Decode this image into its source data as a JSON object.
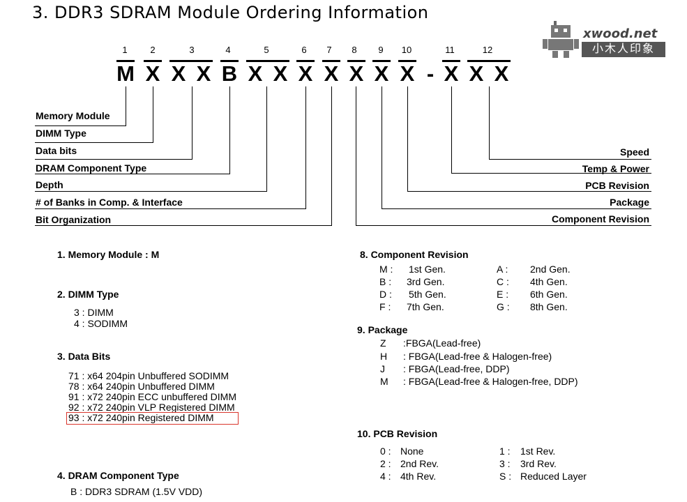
{
  "title": "3. DDR3 SDRAM Module Ordering Information",
  "logo": {
    "name": "xwood.net",
    "sub": "小木人印象"
  },
  "positions": [
    "1",
    "2",
    "3",
    "4",
    "5",
    "6",
    "7",
    "8",
    "9",
    "10",
    "11",
    "12"
  ],
  "code_chars": [
    "M",
    "X",
    "X",
    "X",
    "B",
    "X",
    "X",
    "X",
    "X",
    "X",
    "X",
    "X",
    "-",
    "X",
    "X",
    "X"
  ],
  "left_labels": [
    "Memory Module",
    "DIMM Type",
    "Data bits",
    "DRAM Component Type",
    "Depth",
    "# of Banks in Comp. & Interface",
    "Bit Organization"
  ],
  "right_labels": [
    "Speed",
    "Temp & Power",
    "PCB Revision",
    "Package",
    "Component Revision"
  ],
  "sections": {
    "s1": {
      "title": "1. Memory Module : M"
    },
    "s2": {
      "title": "2. DIMM Type",
      "items": [
        "3 : DIMM",
        "4 : SODIMM"
      ]
    },
    "s3": {
      "title": "3. Data Bits",
      "items": [
        "71 : x64 204pin Unbuffered SODIMM",
        "78 : x64 240pin Unbuffered DIMM",
        "91 : x72 240pin ECC unbuffered DIMM",
        "92 : x72 240pin VLP Registered DIMM",
        "93 : x72 240pin Registered DIMM"
      ]
    },
    "s4": {
      "title": "4. DRAM Component Type",
      "items": [
        "B : DDR3 SDRAM (1.5V VDD)"
      ]
    },
    "s8": {
      "title": "8. Component Revision",
      "items": [
        [
          "M :",
          "1st Gen.",
          "A :",
          "2nd Gen."
        ],
        [
          "B :",
          "3rd Gen.",
          "C :",
          "4th Gen."
        ],
        [
          "D :",
          "5th Gen.",
          "E :",
          "6th Gen."
        ],
        [
          "F :",
          "7th Gen.",
          "G :",
          "8th Gen."
        ]
      ]
    },
    "s9": {
      "title": "9. Package",
      "items": [
        [
          "Z",
          ":FBGA(Lead-free)"
        ],
        [
          "H",
          ": FBGA(Lead-free & Halogen-free)"
        ],
        [
          "J",
          ": FBGA(Lead-free, DDP)"
        ],
        [
          "M",
          ": FBGA(Lead-free & Halogen-free, DDP)"
        ]
      ]
    },
    "s10": {
      "title": "10. PCB Revision",
      "items": [
        [
          "0 :",
          "None",
          "1 :",
          "1st Rev."
        ],
        [
          "2 :",
          "2nd Rev.",
          "3 :",
          "3rd Rev."
        ],
        [
          "4 :",
          "4th Rev.",
          "S :",
          "Reduced Layer"
        ]
      ]
    }
  },
  "colors": {
    "highlight_box": "#d9342b",
    "logo_gray": "#555555"
  }
}
